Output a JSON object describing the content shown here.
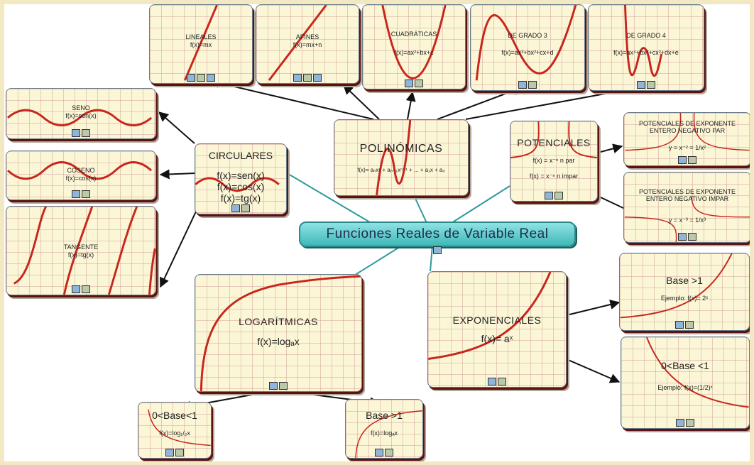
{
  "root": {
    "title": "Funciones Reales de Variable Real"
  },
  "polinomicas": {
    "title": "POLINÓMICAS",
    "formula": "f(x)= aₙxⁿ + aₙ₋₁xⁿ⁻¹ + ... + a₁x + a₀",
    "children": {
      "lineales": {
        "title": "LINEALES",
        "formula": "f(x)=mx"
      },
      "afines": {
        "title": "AFINES",
        "formula": "f(x)=mx+n"
      },
      "cuadraticas": {
        "title": "CUADRÁTICAS",
        "formula": "f(x)=ax²+bx+c"
      },
      "grado3": {
        "title": "DE GRADO 3",
        "formula": "f(x)=ax³+bx²+cx+d"
      },
      "grado4": {
        "title": "DE GRADO 4",
        "formula": "f(x)=ax⁴+bx³+cx²+dx+e"
      }
    }
  },
  "circulares": {
    "title": "CIRCULARES",
    "formula1": "f(x)=sen(x)",
    "formula2": "f(x)=cos(x)",
    "formula3": "f(x)=tg(x)",
    "children": {
      "seno": {
        "title": "SENO",
        "formula": "f(x)=sen(x)"
      },
      "coseno": {
        "title": "COSENO",
        "formula": "f(x)=cos(x)"
      },
      "tangente": {
        "title": "TANGENTE",
        "formula": "f(x)=tg(x)"
      }
    }
  },
  "potenciales": {
    "title": "POTENCIALES",
    "formula1": "f(x) = x⁻ⁿ  n par",
    "formula2": "f(x) = x⁻ⁿ  n impar",
    "children": {
      "par": {
        "title1": "POTENCIALES DE EXPONENTE",
        "title2": "ENTERO NEGATIVO PAR",
        "formula": "y = x⁻² = 1/x²"
      },
      "impar": {
        "title1": "POTENCIALES DE EXPONENTE",
        "title2": "ENTERO NEGATIVO IMPAR",
        "formula": "y = x⁻³ = 1/x³"
      }
    }
  },
  "logaritmicas": {
    "title": "LOGARÍTMICAS",
    "formula": "f(x)=logₐx",
    "children": {
      "base_menor": {
        "title": "0<Base<1",
        "formula": "f(x)=log₁/₂x"
      },
      "base_mayor": {
        "title": "Base >1",
        "formula": "f(x)=logₐx"
      }
    }
  },
  "exponenciales": {
    "title": "EXPONENCIALES",
    "formula": "f(x)= aˣ",
    "children": {
      "base_mayor": {
        "title": "Base >1",
        "formula": "Ejemplo: f(x)= 2ˣ"
      },
      "base_menor": {
        "title": "0<Base <1",
        "formula": "Ejemplo: f(x)=(1/2)ˣ"
      }
    }
  },
  "colors": {
    "curve": "#c8261c",
    "teal_link": "#2e9a9a",
    "arrow": "#111111",
    "grid": "#d59a9a"
  }
}
